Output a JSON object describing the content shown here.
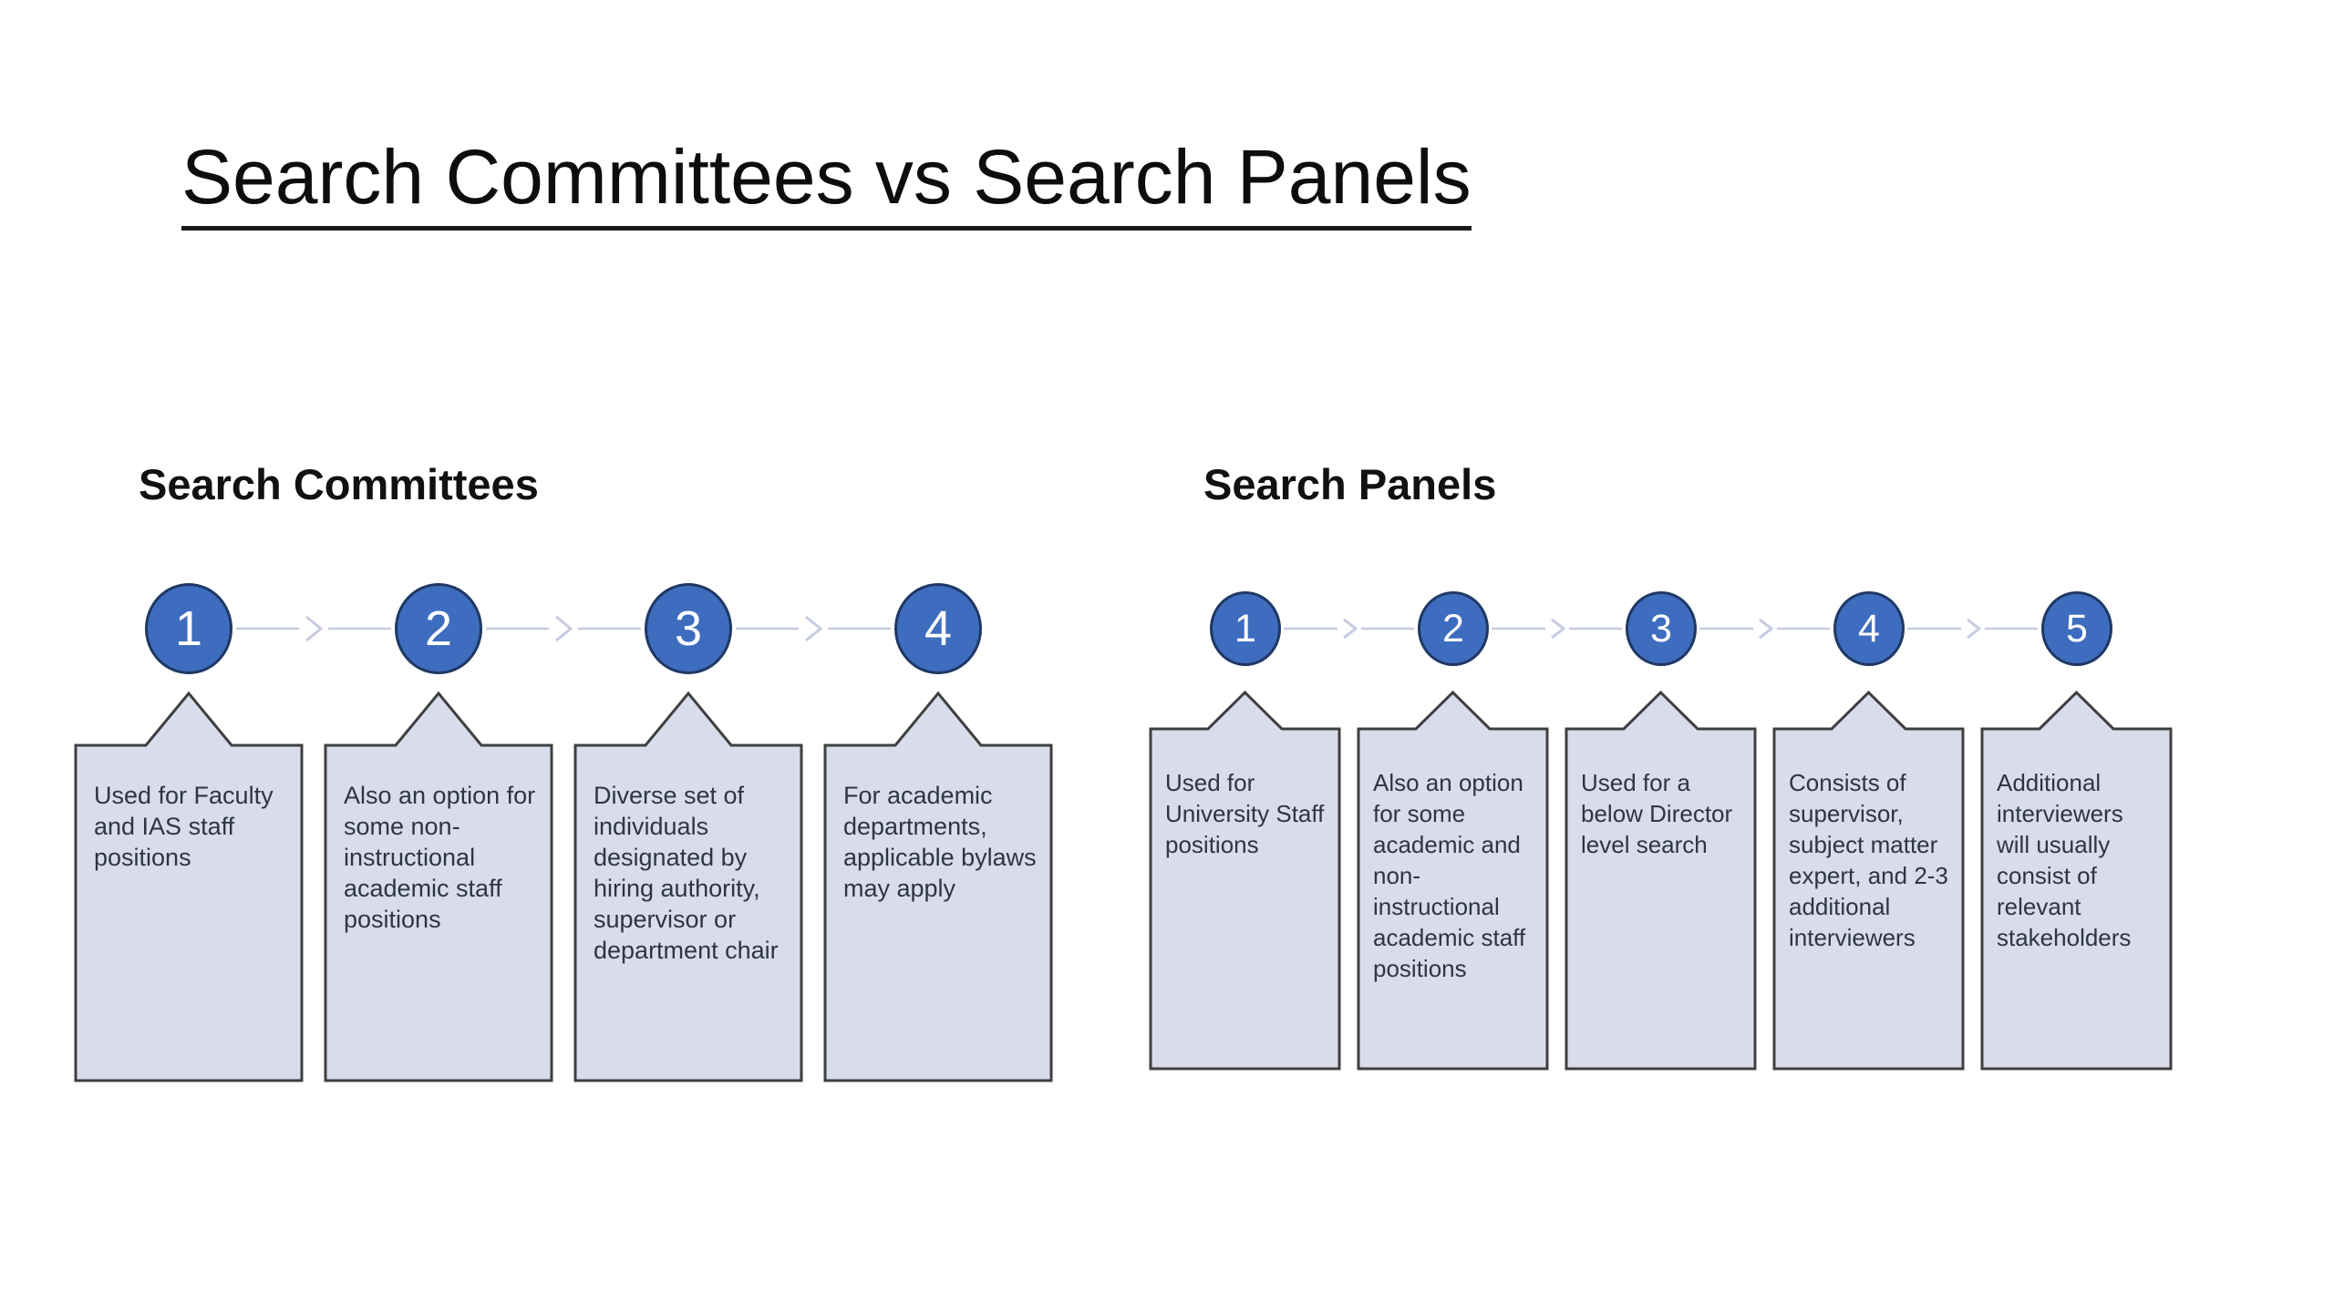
{
  "slide": {
    "title": "Search Committees vs Search Panels"
  },
  "colors": {
    "title_text": "#0d0d0d",
    "heading_text": "#111111",
    "circle_fill": "#3e6dbf",
    "circle_border": "#1f3864",
    "circle_number": "#ffffff",
    "box_fill": "#d9ddeb",
    "box_border": "#3f3f3f",
    "box_text": "#2e3542",
    "connector": "#c6cbe0",
    "background": "#ffffff"
  },
  "diagrams": [
    {
      "id": "search-committees",
      "heading": "Search Committees",
      "steps": [
        {
          "number": "1",
          "text": "Used for Faculty and IAS staff positions"
        },
        {
          "number": "2",
          "text": "Also an option for some non-instructional academic staff positions"
        },
        {
          "number": "3",
          "text": "Diverse set of individuals designated by hiring authority, supervisor or department chair"
        },
        {
          "number": "4",
          "text": "For academic departments, applicable bylaws may apply"
        }
      ]
    },
    {
      "id": "search-panels",
      "heading": "Search Panels",
      "steps": [
        {
          "number": "1",
          "text": "Used for University Staff positions"
        },
        {
          "number": "2",
          "text": "Also an option for some academic and non-instructional academic staff positions"
        },
        {
          "number": "3",
          "text": "Used for a below Director level search"
        },
        {
          "number": "4",
          "text": "Consists of supervisor, subject matter expert, and 2-3 additional interviewers"
        },
        {
          "number": "5",
          "text": "Additional interviewers will usually consist of relevant stakeholders"
        }
      ]
    }
  ]
}
